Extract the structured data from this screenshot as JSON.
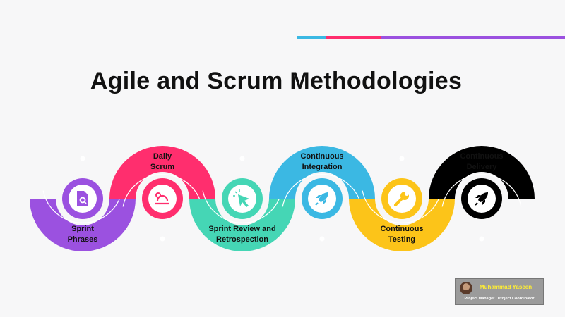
{
  "title": "Agile and Scrum Methodologies",
  "accent_bars": [
    "#3bb8e3",
    "#ff2e6e",
    "#9b51e0"
  ],
  "steps": [
    {
      "label_line1": "Sprint",
      "label_line2": "Phrases",
      "color": "#9b51e0",
      "icon": "document-search-icon",
      "direction": "up"
    },
    {
      "label_line1": "Daily",
      "label_line2": "Scrum",
      "color": "#ff2e6e",
      "icon": "scrum-cycle-icon",
      "direction": "down"
    },
    {
      "label_line1": "Sprint Review and",
      "label_line2": "Retrospection",
      "color": "#45d6b5",
      "icon": "cursor-click-icon",
      "direction": "up"
    },
    {
      "label_line1": "Continuous",
      "label_line2": "Integration",
      "color": "#3bb8e3",
      "icon": "rocket-icon",
      "direction": "down"
    },
    {
      "label_line1": "Continuous",
      "label_line2": "Testing",
      "color": "#fcc419",
      "icon": "wrench-icon",
      "direction": "up"
    },
    {
      "label_line1": "Continuous",
      "label_line2": "Delivery",
      "color": "#000000",
      "icon": "rocket-icon",
      "direction": "down"
    }
  ],
  "badge": {
    "name": "Muhammad Yaseen",
    "role": "Project Manager | Project Coordinator"
  }
}
